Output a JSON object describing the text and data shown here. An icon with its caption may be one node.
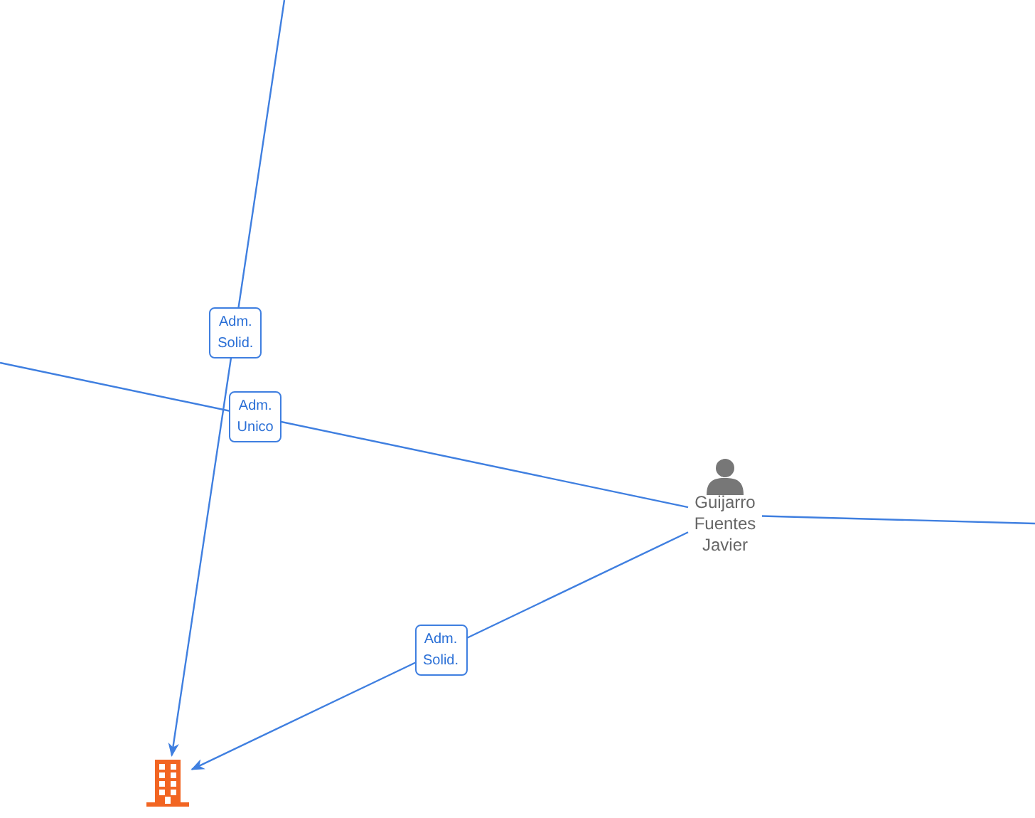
{
  "diagram": {
    "nodes": [
      {
        "text": [
          "Guijarro Fuentes Javier"
        ]
      },
      {
        "text": [],
        "shape": "building"
      }
    ],
    "edges": [
      {
        "from": null,
        "to": 1,
        "arrow": "to",
        "label": "Adm. Solid."
      },
      {
        "from": 0,
        "to": null,
        "arrow": "none",
        "label": "Adm. Unico"
      },
      {
        "from": 0,
        "to": null,
        "arrow": "none"
      },
      {
        "from": 0,
        "to": 1,
        "arrow": "to",
        "label": "Adm. Solid."
      }
    ]
  }
}
